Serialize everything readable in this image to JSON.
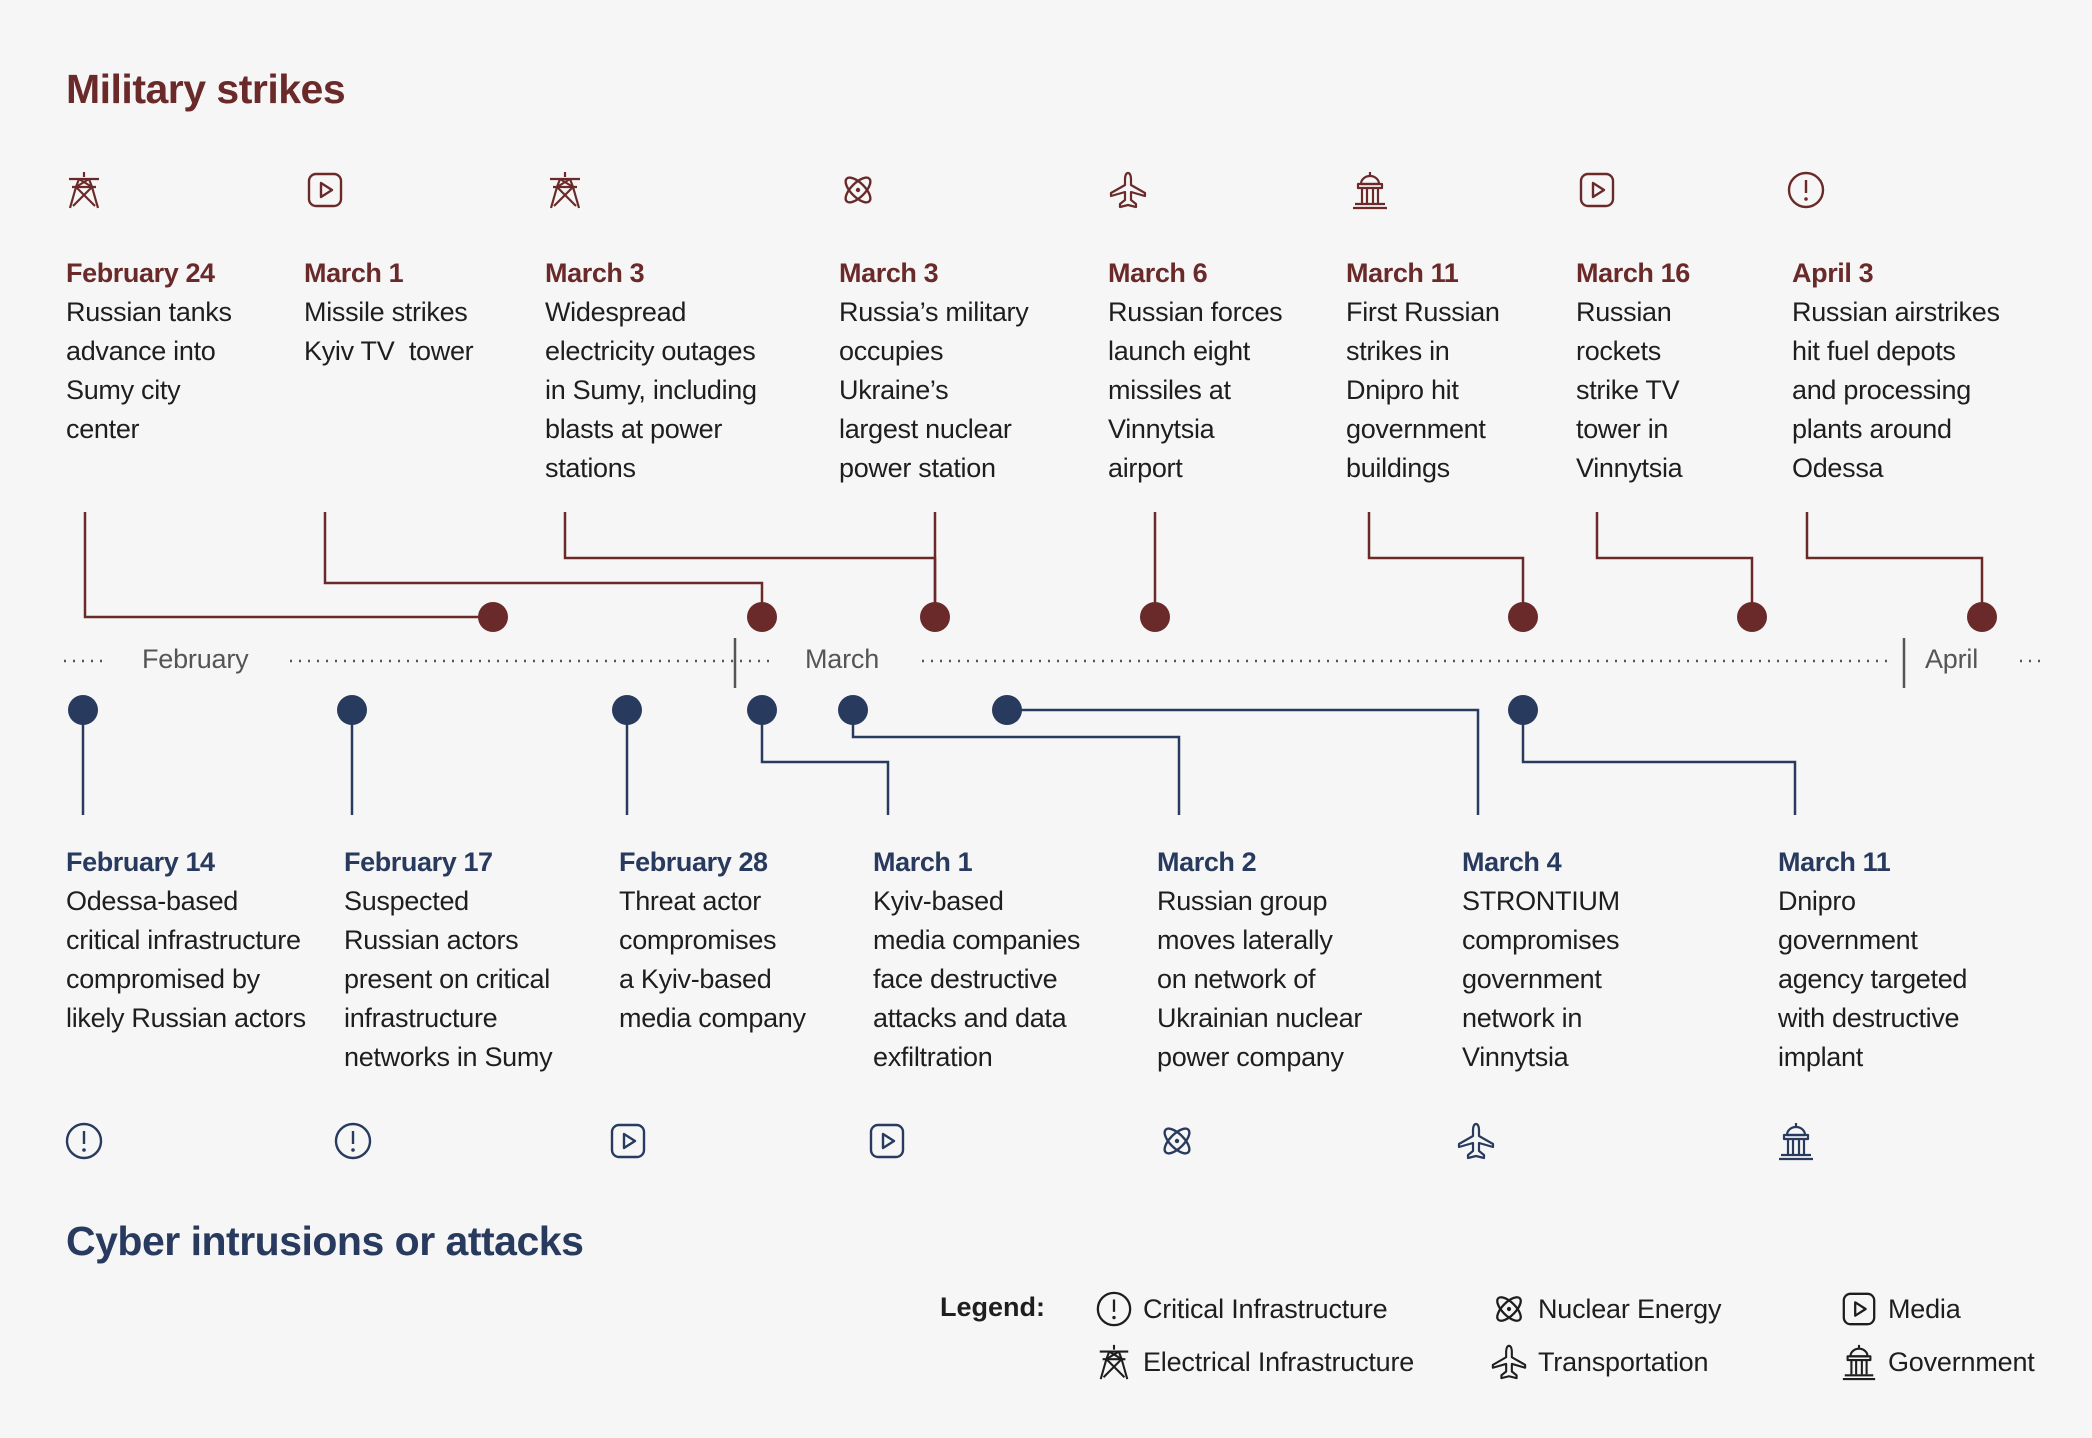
{
  "titles": {
    "military": "Military strikes",
    "cyber": "Cyber intrusions or attacks"
  },
  "colors": {
    "military": "#6b2a2a",
    "cyber": "#283a5e",
    "axis": "#555555"
  },
  "months": [
    "February",
    "March",
    "April"
  ],
  "military_events": [
    {
      "date": "February 24",
      "icon": "electrical-icon",
      "lines": [
        "Russian tanks",
        "advance into",
        "Sumy city",
        "center"
      ]
    },
    {
      "date": "March 1",
      "icon": "media-icon",
      "lines": [
        "Missile strikes",
        "Kyiv TV  tower"
      ]
    },
    {
      "date": "March 3",
      "icon": "electrical-icon",
      "lines": [
        "Widespread",
        "electricity outages",
        "in Sumy, including",
        "blasts at power",
        "stations"
      ]
    },
    {
      "date": "March 3",
      "icon": "nuclear-icon",
      "lines": [
        "Russia’s military",
        "occupies",
        "Ukraine’s",
        "largest nuclear",
        "power station"
      ]
    },
    {
      "date": "March 6",
      "icon": "transportation-icon",
      "lines": [
        "Russian forces",
        "launch eight",
        "missiles at",
        "Vinnytsia",
        "airport"
      ]
    },
    {
      "date": "March 11",
      "icon": "government-icon",
      "lines": [
        "First Russian",
        "strikes in",
        "Dnipro hit",
        "government",
        "buildings"
      ]
    },
    {
      "date": "March 16",
      "icon": "media-icon",
      "lines": [
        "Russian",
        "rockets",
        "strike TV",
        "tower in",
        "Vinnytsia"
      ]
    },
    {
      "date": "April 3",
      "icon": "critical-infrastructure-icon",
      "lines": [
        "Russian airstrikes",
        "hit fuel depots",
        "and processing",
        "plants around",
        "Odessa"
      ]
    }
  ],
  "cyber_events": [
    {
      "date": "February 14",
      "icon": "critical-infrastructure-icon",
      "lines": [
        "Odessa-based",
        "critical infrastructure",
        "compromised by",
        "likely Russian actors"
      ]
    },
    {
      "date": "February 17",
      "icon": "critical-infrastructure-icon",
      "lines": [
        "Suspected",
        "Russian actors",
        "present on critical",
        "infrastructure",
        "networks in Sumy"
      ]
    },
    {
      "date": "February 28",
      "icon": "media-icon",
      "lines": [
        "Threat actor",
        "compromises",
        "a Kyiv-based",
        "media company"
      ]
    },
    {
      "date": "March 1",
      "icon": "media-icon",
      "lines": [
        "Kyiv-based",
        "media companies",
        "face destructive",
        "attacks and data",
        "exfiltration"
      ]
    },
    {
      "date": "March 2",
      "icon": "nuclear-icon",
      "lines": [
        "Russian group",
        "moves laterally",
        "on network of",
        "Ukrainian nuclear",
        "power company"
      ]
    },
    {
      "date": "March 4",
      "icon": "transportation-icon",
      "lines": [
        "STRONTIUM",
        "compromises",
        "government",
        "network in",
        "Vinnytsia"
      ]
    },
    {
      "date": "March 11",
      "icon": "government-icon",
      "lines": [
        "Dnipro",
        "government",
        "agency targeted",
        "with destructive",
        "implant"
      ]
    }
  ],
  "legend": {
    "title": "Legend:",
    "items": [
      {
        "icon": "critical-infrastructure-icon",
        "label": "Critical Infrastructure"
      },
      {
        "icon": "nuclear-icon",
        "label": "Nuclear Energy"
      },
      {
        "icon": "media-icon",
        "label": "Media"
      },
      {
        "icon": "electrical-icon",
        "label": "Electrical Infrastructure"
      },
      {
        "icon": "transportation-icon",
        "label": "Transportation"
      },
      {
        "icon": "government-icon",
        "label": "Government"
      }
    ]
  }
}
